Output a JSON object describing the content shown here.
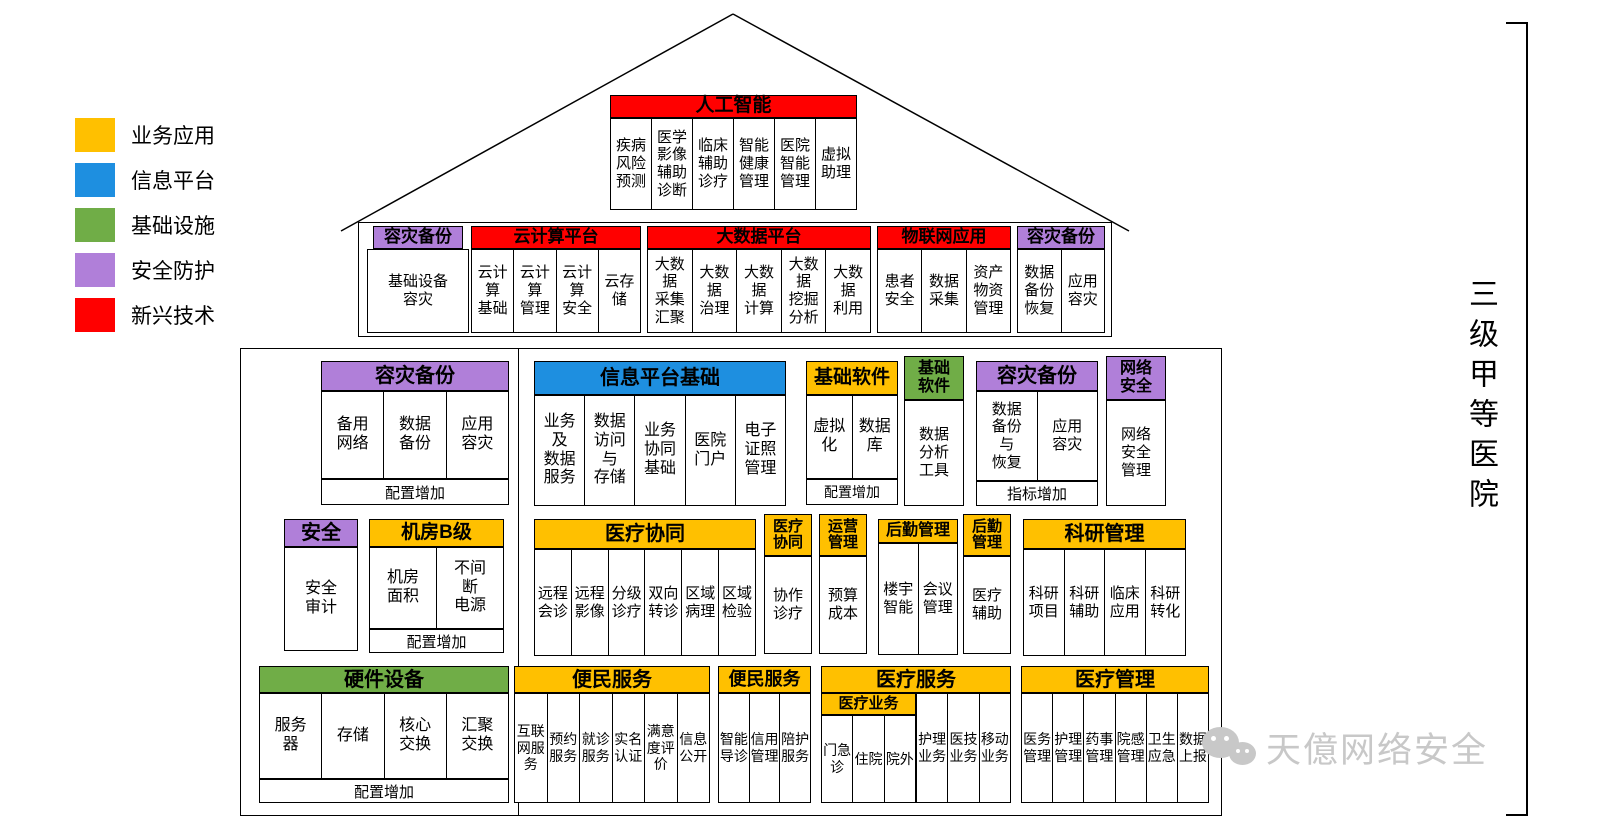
{
  "legend": {
    "items": [
      {
        "label": "业务应用",
        "color": "#FFC000"
      },
      {
        "label": "信息平台",
        "color": "#1E8FE0"
      },
      {
        "label": "基础设施",
        "color": "#70AD47"
      },
      {
        "label": "安全防护",
        "color": "#B07FD9"
      },
      {
        "label": "新兴技术",
        "color": "#FF0000"
      }
    ]
  },
  "roof": {
    "title": "人工智能",
    "cells": [
      "疾病\n风险\n预测",
      "医学\n影像\n辅助\n诊断",
      "临床\n辅助\n诊疗",
      "智能\n健康\n管理",
      "医院\n智能\n管理",
      "虚拟\n助理"
    ]
  },
  "band": {
    "blocks": [
      {
        "title": "容灾备份",
        "cells": [
          "基础设备\n容灾"
        ]
      },
      {
        "title": "云计算平台",
        "cells": [
          "云计\n算\n基础",
          "云计\n算\n管理",
          "云计\n算\n安全",
          "云存\n储"
        ]
      },
      {
        "title": "大数据平台",
        "cells": [
          "大数\n据\n采集\n汇聚",
          "大数\n据\n治理",
          "大数\n据\n计算",
          "大数\n据\n挖掘\n分析",
          "大数\n据\n利用"
        ]
      },
      {
        "title": "物联网应用",
        "cells": [
          "患者\n安全",
          "数据\n采集",
          "资产\n物资\n管理"
        ]
      },
      {
        "title": "容灾备份",
        "cells": [
          "数据\n备份\n恢复",
          "应用\n容灾"
        ]
      }
    ]
  },
  "main": {
    "r1": [
      {
        "title": "容灾备份",
        "cells": [
          "备用\n网络",
          "数据\n备份",
          "应用\n容灾"
        ],
        "footer": "配置增加"
      },
      {
        "title": "信息平台基础",
        "cells": [
          "业务\n及\n数据\n服务",
          "数据\n访问\n与\n存储",
          "业务\n协同\n基础",
          "医院\n门户",
          "电子\n证照\n管理"
        ]
      },
      {
        "title": "基础软件",
        "cells": [
          "虚拟\n化",
          "数据\n库"
        ],
        "footer": "配置增加"
      },
      {
        "title": "基础\n软件",
        "cells": [
          "数据\n分析\n工具"
        ]
      },
      {
        "title": "容灾备份",
        "cells": [
          "数据\n备份\n与\n恢复",
          "应用\n容灾"
        ],
        "footer": "指标增加"
      },
      {
        "title": "网络\n安全",
        "cells": [
          "网络\n安全\n管理"
        ]
      }
    ],
    "r2": [
      {
        "title": "安全",
        "cells": [
          "安全\n审计"
        ]
      },
      {
        "title": "机房B级",
        "cells": [
          "机房\n面积",
          "不间\n断\n电源"
        ],
        "footer": "配置增加"
      },
      {
        "title": "医疗协同",
        "cells": [
          "远程\n会诊",
          "远程\n影像",
          "分级\n诊疗",
          "双向\n转诊",
          "区域\n病理",
          "区域\n检验"
        ]
      },
      {
        "title": "医疗\n协同",
        "cells": [
          "协作\n诊疗"
        ]
      },
      {
        "title": "运营\n管理",
        "cells": [
          "预算\n成本"
        ]
      },
      {
        "title": "后勤管理",
        "cells": [
          "楼宇\n智能",
          "会议\n管理"
        ]
      },
      {
        "title": "后勤\n管理",
        "cells": [
          "医疗\n辅助"
        ]
      },
      {
        "title": "科研管理",
        "cells": [
          "科研\n项目",
          "科研\n辅助",
          "临床\n应用",
          "科研\n转化"
        ]
      }
    ],
    "r3": [
      {
        "title": "硬件设备",
        "cells": [
          "服务\n器",
          "存储",
          "核心\n交换",
          "汇聚\n交换"
        ],
        "footer": "配置增加"
      },
      {
        "title": "便民服务",
        "cells": [
          "互联\n网服\n务",
          "预约\n服务",
          "就诊\n服务",
          "实名\n认证",
          "满意\n度评\n价",
          "信息\n公开"
        ]
      },
      {
        "title": "便民服务",
        "cells": [
          "智能\n导诊",
          "信用\n管理",
          "陪护\n服务"
        ]
      },
      {
        "title": "医疗服务",
        "subheader": "医疗业务",
        "subcells": [
          "门急\n诊",
          "住院",
          "院外"
        ],
        "cells": [
          "护理\n业务",
          "医技\n业务",
          "移动\n业务"
        ]
      },
      {
        "title": "医疗管理",
        "cells": [
          "医务\n管理",
          "护理\n管理",
          "药事\n管理",
          "院感\n管理",
          "卫生\n应急",
          "数据\n上报"
        ]
      }
    ]
  },
  "side": {
    "title": "三级甲等医院"
  },
  "watermark": {
    "text": "天億网络安全"
  }
}
